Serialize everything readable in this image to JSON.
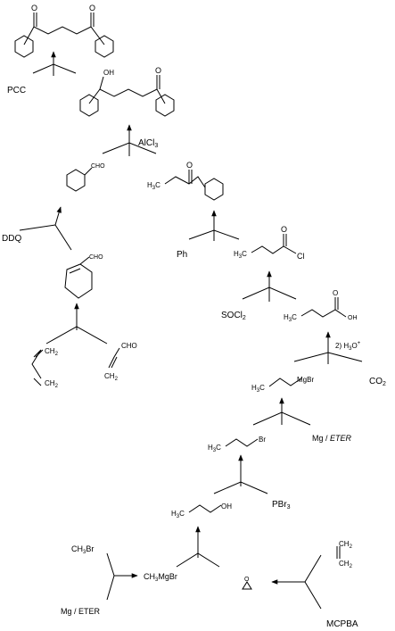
{
  "reagents": {
    "pcc": "PCC",
    "alcl3": "AlCl",
    "alcl3_sub": "3",
    "ddq": "DDQ",
    "ph": "Ph",
    "socl2": "SOCl",
    "socl2_sub": "2",
    "h3o": "2) H",
    "h3o_sub": "3",
    "h3o_tail": "O",
    "h3o_sup": "+",
    "co2": "CO",
    "co2_sub": "2",
    "mg_eter_1": "Mg / ",
    "mg_eter_1_italic": "ETER",
    "pbr3": "PBr",
    "pbr3_sub": "3",
    "ch3br": "CH",
    "ch3br_sub": "3",
    "ch3br_tail": "Br",
    "mg_eter_2": "Mg / ETER",
    "mcpba": "MCPBA",
    "ch3mgbr": "CH",
    "ch3mgbr_sub": "3",
    "ch3mgbr_tail": "MgBr"
  },
  "atom_labels": {
    "o": "O",
    "oh": "OH",
    "cho": "CHO",
    "cl": "Cl",
    "br": "Br",
    "mgbr": "MgBr",
    "h3c": "H",
    "h3c_sub": "3",
    "h3c_tail": "C",
    "ch2": "CH",
    "ch2_sub": "2",
    "h2": "H",
    "h2_sub": "2",
    "c": "C"
  }
}
